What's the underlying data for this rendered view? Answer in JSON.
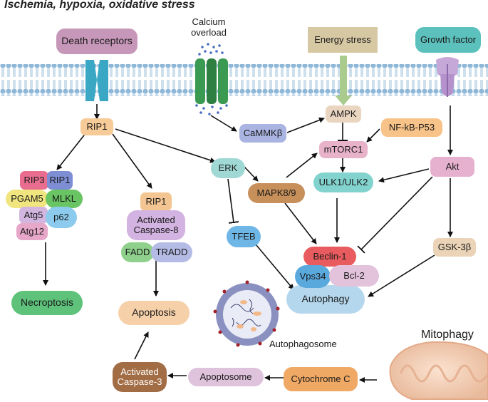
{
  "title": "Ischemia, hypoxia, oxidative stress",
  "nodes": {
    "death_receptors": "Death receptors",
    "calcium_overload": "Calcium\noverload",
    "energy_stress": "Energy stress",
    "growth_factor": "Growth factor",
    "rip1": "RIP1",
    "camkk": "CaMMKβ",
    "ampk": "AMPK",
    "nfkb": "NF-kB-P53",
    "mtorc1": "mTORC1",
    "erk": "ERK",
    "akt": "Akt",
    "ulk": "ULK1/ULK2",
    "rip3": "RIP3",
    "rip1_b": "RIP1",
    "pgam5": "PGAM5",
    "mlkl": "MLKL",
    "atg5": "Atg5",
    "p62": "p62",
    "atg12": "Atg12",
    "rip1_c": "RIP1",
    "activated_caspase8": "Activated\nCaspase-8",
    "fadd": "FADD",
    "tradd": "TRADD",
    "mapk": "MAPK8/9",
    "tfeb": "TFEB",
    "beclin": "Beclin-1",
    "vps34": "Vps34",
    "bcl2": "Bcl-2",
    "gsk": "GSK-3β",
    "necroptosis": "Necroptosis",
    "apoptosis": "Apoptosis",
    "autophagy": "Autophagy",
    "autophagosome": "Autophagosome",
    "mitophagy": "Mitophagy",
    "activated_caspase3": "Activated\nCaspase-3",
    "apoptosome": "Apoptosome",
    "cytochrome_c": "Cytochrome C"
  }
}
